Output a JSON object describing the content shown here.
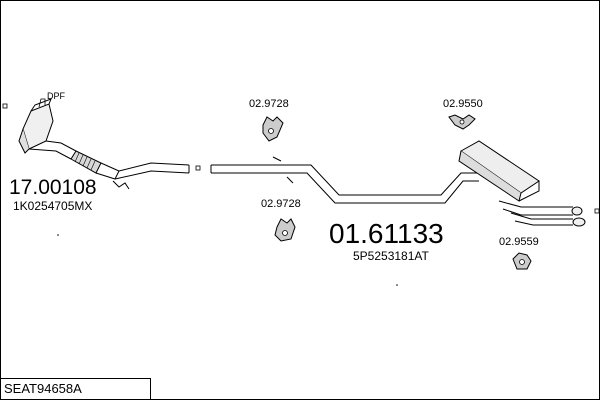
{
  "parts": {
    "dpf": {
      "label": "DPF",
      "part_number": "17.00108",
      "oem_number": "1K0254705MX"
    },
    "center_pipe": {
      "part_number": "01.61133",
      "oem_number": "5P5253181AT"
    },
    "hanger_top": {
      "part_number": "02.9728"
    },
    "hanger_bottom": {
      "part_number": "02.9728"
    },
    "hanger_rear_top": {
      "part_number": "02.9550"
    },
    "hanger_rear_bottom": {
      "part_number": "02.9559"
    }
  },
  "footer": {
    "model_code": "SEAT94658A"
  }
}
